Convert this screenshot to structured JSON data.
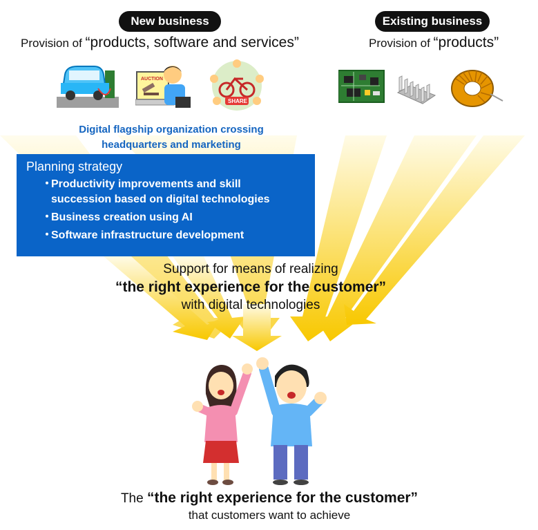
{
  "new_business": {
    "pill_label": "New business",
    "provision_prefix": "Provision of ",
    "provision_items": "“products, software and services”"
  },
  "existing_business": {
    "pill_label": "Existing business",
    "provision_prefix": "Provision of ",
    "provision_items": "“products”"
  },
  "icons": {
    "new": [
      "electric-car-charging-icon",
      "online-auction-icon",
      "bike-sharing-icon"
    ],
    "existing": [
      "circuit-board-icon",
      "heat-sink-icon",
      "toroidal-coil-icon"
    ],
    "auction_label": "AUCTION",
    "share_label": "SHARE"
  },
  "flagship": {
    "line1": "Digital flagship organization crossing",
    "line2": "headquarters and marketing"
  },
  "planning": {
    "title": "Planning strategy",
    "items": [
      {
        "line1": "Productivity improvements and skill",
        "line2": "succession based on digital technologies"
      },
      {
        "line1": "Business creation using AI",
        "line2": ""
      },
      {
        "line1": "Software infrastructure development",
        "line2": ""
      }
    ],
    "bullet": "・"
  },
  "support": {
    "line1": "Support for means of realizing",
    "line2": "“the right experience for the customer”",
    "line3": "with digital technologies"
  },
  "bottom": {
    "prefix": "The ",
    "emphasis": "“the right experience for the customer”",
    "line2": "that customers want to achieve"
  },
  "colors": {
    "blue_box": "#0a64c8",
    "flagship_text": "#1565c0",
    "arrow_yellow": "#f5c400",
    "arrow_fade": "#fff6cc"
  }
}
